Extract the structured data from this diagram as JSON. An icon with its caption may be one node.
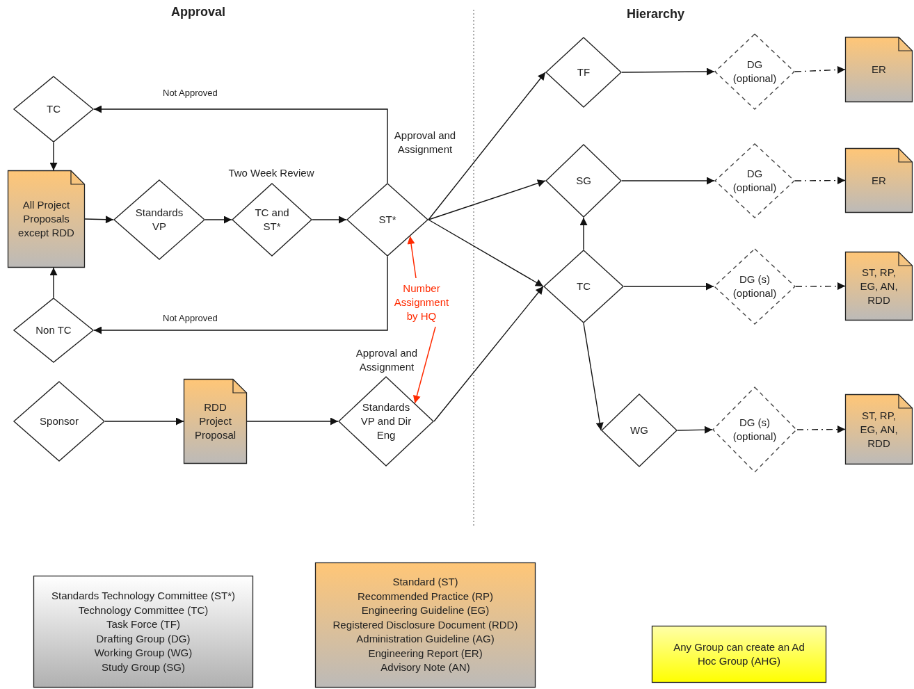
{
  "diagram": {
    "nodes": [
      {
        "text": [
          "TC"
        ]
      },
      {
        "text": [
          "All Project Proposals except RDD"
        ]
      },
      {
        "text": [
          "Non TC"
        ]
      },
      {
        "text": [
          "Standards VP"
        ]
      },
      {
        "text": [
          "TC and ST*"
        ],
        "beside": [
          "Two Week Review"
        ]
      },
      {
        "text": [
          "ST*"
        ],
        "beside": [
          "Approval and Assignment"
        ]
      },
      {
        "text": [
          "Sponsor"
        ]
      },
      {
        "text": [
          "RDD Project Proposal"
        ]
      },
      {
        "text": [
          "Standards VP and Dir Eng"
        ],
        "beside": [
          "Approval and Assignment"
        ]
      },
      {
        "text": [
          "TF"
        ]
      },
      {
        "text": [
          "SG"
        ]
      },
      {
        "text": [
          "TC"
        ]
      },
      {
        "text": [
          "WG"
        ]
      },
      {
        "text": [
          "DG (optional)"
        ]
      },
      {
        "text": [
          "ER"
        ]
      },
      {
        "text": [
          "DG (optional)"
        ]
      },
      {
        "text": [
          "ER"
        ]
      },
      {
        "text": [
          "DG (s) (optional)"
        ]
      },
      {
        "text": [
          "ST, RP, EG, AN, RDD"
        ]
      },
      {
        "text": [
          "DG (s) (optional)"
        ]
      },
      {
        "text": [
          "ST, RP, EG, AN, RDD"
        ]
      },
      {
        "text": [
          "Number Assignment by HQ"
        ]
      },
      {
        "text": [
          "Standards Technology Committee (ST*)",
          "Technology Committee (TC)",
          "Task Force (TF)",
          "Drafting Group (DG)",
          "Working Group (WG)",
          "Study Group (SG)"
        ]
      },
      {
        "text": [
          "Standard (ST)",
          "Recommended Practice (RP)",
          "Engineering Guideline (EG)",
          "Registered Disclosure Document (RDD)",
          "Administration Guideline (AG)",
          "Engineering Report (ER)",
          "Advisory Note (AN)"
        ]
      },
      {
        "text": [
          "Any Group can create an Ad Hoc Group (AHG)"
        ]
      }
    ],
    "edges": [
      {
        "from": 0,
        "to": 1,
        "arrow": "to"
      },
      {
        "from": 2,
        "to": 1,
        "arrow": "to"
      },
      {
        "from": 1,
        "to": 3,
        "arrow": "to"
      },
      {
        "from": 3,
        "to": 4,
        "arrow": "to"
      },
      {
        "from": 4,
        "to": 5,
        "arrow": "to"
      },
      {
        "from": 5,
        "to": 0,
        "arrow": "to",
        "label": "Not Approved"
      },
      {
        "from": 5,
        "to": 2,
        "arrow": "to",
        "label": "Not Approved"
      },
      {
        "from": 6,
        "to": 7,
        "arrow": "to"
      },
      {
        "from": 7,
        "to": 8,
        "arrow": "to"
      },
      {
        "from": 5,
        "to": 9,
        "arrow": "to"
      },
      {
        "from": 5,
        "to": 10,
        "arrow": "to"
      },
      {
        "from": 5,
        "to": 11,
        "arrow": "to"
      },
      {
        "from": 8,
        "to": 11,
        "arrow": "to"
      },
      {
        "from": 11,
        "to": 10,
        "arrow": "to"
      },
      {
        "from": 11,
        "to": 12,
        "arrow": "to"
      },
      {
        "from": 9,
        "to": 13,
        "arrow": "to"
      },
      {
        "from": 10,
        "to": 15,
        "arrow": "to"
      },
      {
        "from": 11,
        "to": 17,
        "arrow": "to"
      },
      {
        "from": 12,
        "to": 19,
        "arrow": "to"
      },
      {
        "from": 13,
        "to": 14,
        "arrow": "to",
        "style": "dashed"
      },
      {
        "from": 15,
        "to": 16,
        "arrow": "to",
        "style": "dashed"
      },
      {
        "from": 17,
        "to": 18,
        "arrow": "to",
        "style": "dashed"
      },
      {
        "from": 19,
        "to": 20,
        "arrow": "to",
        "style": "dashed"
      },
      {
        "from": 21,
        "to": 5,
        "arrow": "to",
        "color": "#ff2a00"
      },
      {
        "from": 21,
        "to": 8,
        "arrow": "to",
        "color": "#ff2a00"
      }
    ],
    "labels": [
      "Approval",
      "Hierarchy"
    ]
  }
}
